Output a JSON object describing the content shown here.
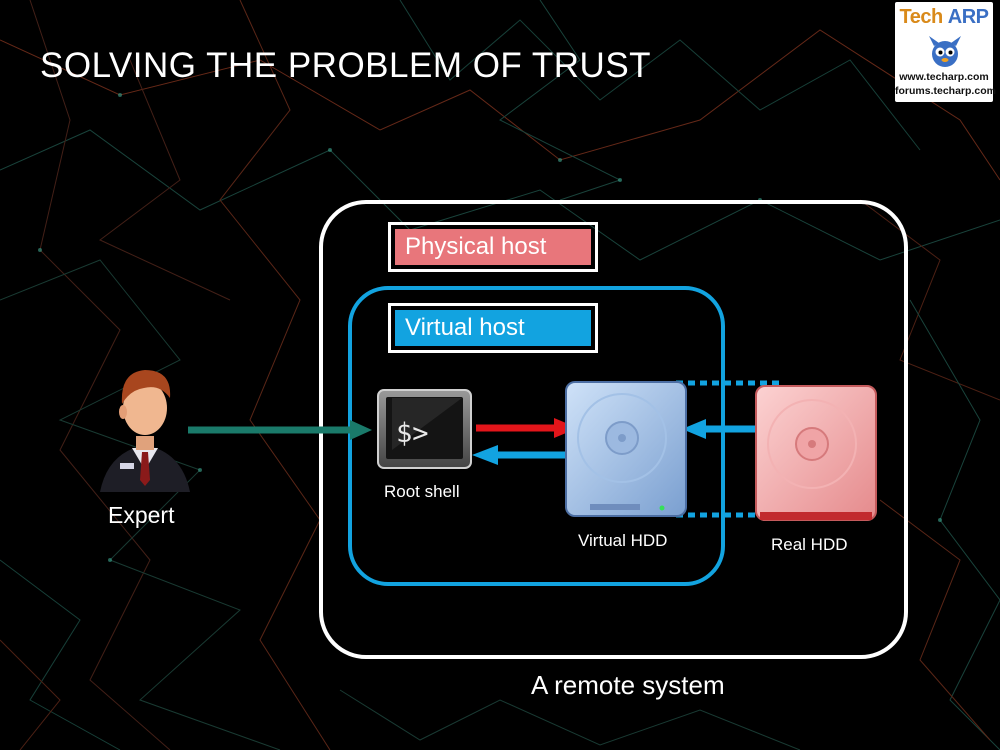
{
  "slide": {
    "title": "SOLVING THE PROBLEM OF TRUST"
  },
  "logo": {
    "brand_left": "Tech",
    "brand_right": "ARP",
    "url1": "www.techarp.com",
    "url2": "forums.techarp.com"
  },
  "diagram": {
    "physical_host_label": "Physical host",
    "virtual_host_label": "Virtual host",
    "expert_label": "Expert",
    "root_shell_label": "Root shell",
    "shell_prompt": "$>",
    "virtual_hdd_label": "Virtual HDD",
    "real_hdd_label": "Real HDD",
    "remote_system_label": "A remote system"
  },
  "colors": {
    "background": "#000000",
    "physical_host": "#e8767b",
    "virtual_host": "#12a3e0",
    "arrow_expert": "#1a7a6a",
    "arrow_red": "#e3151a",
    "arrow_blue": "#12a3e0",
    "remote_box": "#ffffff"
  },
  "icons": {
    "expert": "businessman-icon",
    "terminal": "terminal-icon",
    "virtual_disk": "hard-drive-blue-icon",
    "real_disk": "hard-drive-red-icon"
  }
}
